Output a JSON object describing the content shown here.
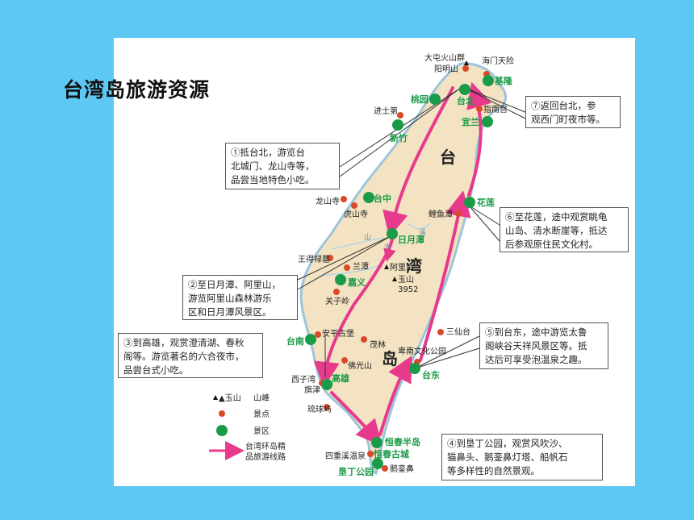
{
  "title": "台湾岛旅游资源",
  "map": {
    "big_labels": {
      "tai": "台",
      "wan": "湾",
      "dao": "岛"
    },
    "peak": {
      "name": "玉山",
      "height": "3952"
    },
    "mountain_labels": {
      "yangmingshan": "阳明山",
      "alishan": "阿里山"
    },
    "river_labels": {
      "shan": "山",
      "shui": "水",
      "xi": "溪"
    },
    "scenic_points": [
      "大屯火山群",
      "海门天险",
      "进士第",
      "指南宫",
      "龙山寺",
      "虎山寺",
      "鲤鱼潭",
      "王得禄墓",
      "兰潭",
      "关子岭",
      "安平古堡",
      "三仙台",
      "茂林",
      "佛光山",
      "卑南文化公园",
      "西子湾",
      "旗津",
      "琉球屿",
      "四重溪温泉",
      "鹅銮鼻"
    ],
    "scenic_areas": [
      "基隆",
      "台北",
      "桃园",
      "宜兰",
      "新竹",
      "台中",
      "花莲",
      "日月潭",
      "嘉义",
      "台南",
      "高雄",
      "台东",
      "恒春半岛",
      "恒春古城",
      "垦丁公园"
    ]
  },
  "callouts": {
    "c1": [
      "①抵台北，游览台",
      "北城门、龙山寺等，",
      "品尝当地特色小吃。"
    ],
    "c2": [
      "②至日月潭、阿里山，",
      "游览阿里山森林游乐",
      "区和日月潭风景区。"
    ],
    "c3": [
      "③到高雄，观赏澄清湖、春秋",
      "阁等。游览著名的六合夜市，",
      "品尝台式小吃。"
    ],
    "c4": [
      "④到垦丁公园，观赏风吹沙、",
      "猫鼻头、鹅銮鼻灯塔、船帆石",
      "等多样性的自然景观。"
    ],
    "c5": [
      "⑤到台东，途中游览太鲁",
      "阁峡谷天祥风景区等。抵",
      "达后可享受泡温泉之趣。"
    ],
    "c6": [
      "⑥至花莲，途中观赏眺龟",
      "山岛、清水断崖等，抵达",
      "后参观原住民文化村。"
    ],
    "c7": [
      "⑦返回台北，参",
      "观西门町夜市等。"
    ]
  },
  "legend": {
    "peak_sym": "▲玉山",
    "peak": "山峰",
    "point": "景点",
    "area": "景区",
    "route": [
      "台湾环岛精",
      "品旅游线路"
    ]
  },
  "colors": {
    "background": "#5ec8f5",
    "island": "#f3e3c3",
    "scenic_point": "#d9482b",
    "scenic_area": "#1a9b48",
    "route": "#e83a8c"
  }
}
